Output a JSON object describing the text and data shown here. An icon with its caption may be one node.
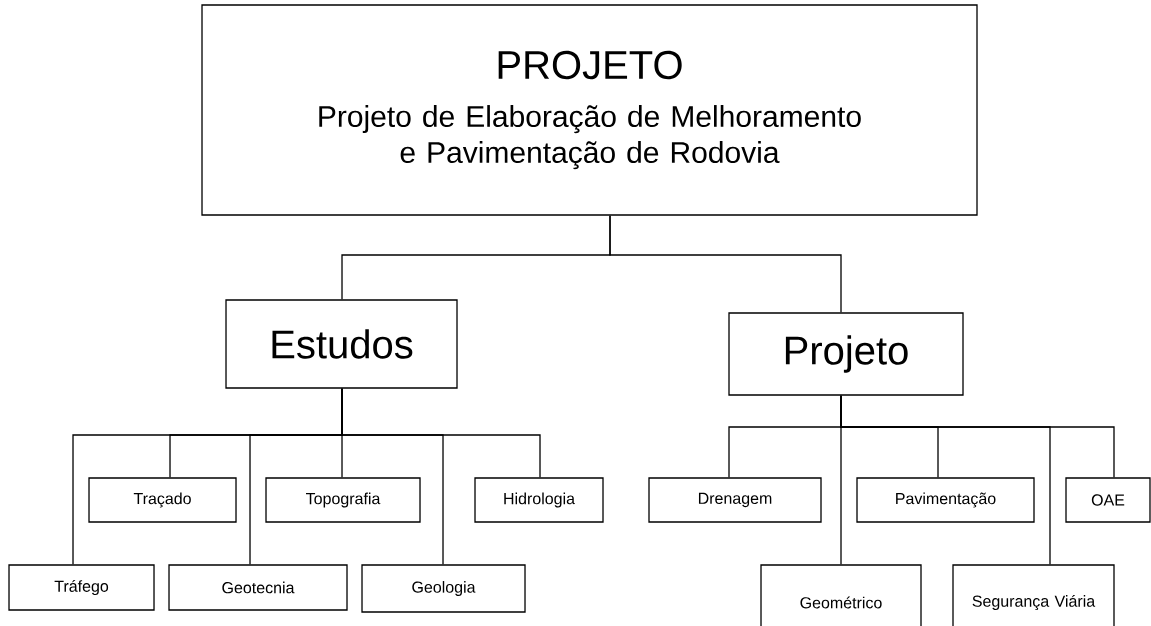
{
  "diagram": {
    "nodes": [
      {
        "text": [
          "PROJETO",
          "Projeto de Elaboração de Melhoramento e Pavimentação de Rodovia"
        ]
      },
      {
        "text": [
          "Estudos"
        ]
      },
      {
        "text": [
          "Projeto"
        ]
      },
      {
        "text": [
          "Traçado"
        ]
      },
      {
        "text": [
          "Topografia"
        ]
      },
      {
        "text": [
          "Hidrologia"
        ]
      },
      {
        "text": [
          "Drenagem"
        ]
      },
      {
        "text": [
          "Pavimentação"
        ]
      },
      {
        "text": [
          "OAE"
        ]
      },
      {
        "text": [
          "Tráfego"
        ]
      },
      {
        "text": [
          "Geotecnia"
        ]
      },
      {
        "text": [
          "Geologia"
        ]
      },
      {
        "text": [
          "Geométrico"
        ]
      },
      {
        "text": [
          "Segurança Viária"
        ]
      }
    ],
    "edges": [
      {
        "from": 0,
        "to": 1,
        "arrow": "none"
      },
      {
        "from": 0,
        "to": 2,
        "arrow": "none"
      },
      {
        "from": 1,
        "to": 9,
        "arrow": "none"
      },
      {
        "from": 1,
        "to": 3,
        "arrow": "none"
      },
      {
        "from": 1,
        "to": 10,
        "arrow": "none"
      },
      {
        "from": 1,
        "to": 4,
        "arrow": "none"
      },
      {
        "from": 1,
        "to": 11,
        "arrow": "none"
      },
      {
        "from": 1,
        "to": 5,
        "arrow": "none"
      },
      {
        "from": 2,
        "to": 6,
        "arrow": "none"
      },
      {
        "from": 2,
        "to": 12,
        "arrow": "none"
      },
      {
        "from": 2,
        "to": 7,
        "arrow": "none"
      },
      {
        "from": 2,
        "to": 13,
        "arrow": "none"
      },
      {
        "from": 2,
        "to": 8,
        "arrow": "none"
      }
    ]
  }
}
